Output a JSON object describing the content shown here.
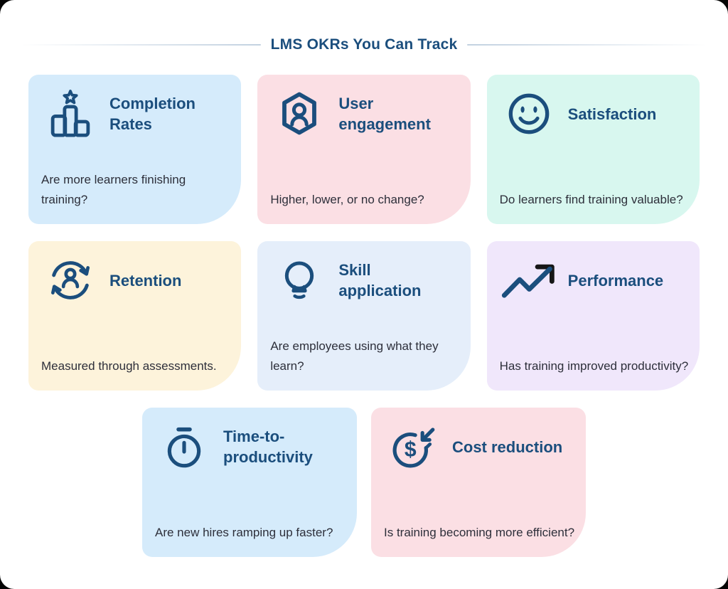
{
  "page": {
    "title": "LMS OKRs You Can Track"
  },
  "palette": {
    "heading_navy": "#1B4E7D",
    "icon_navy": "#1B4E7D",
    "body_text": "#2D2F3A",
    "divider_line": "#C2D1E0",
    "canvas_background": "#FFFFFF",
    "trend_arrowhead_black": "#161616",
    "card_blue": "#D5EBFB",
    "card_pink": "#FBDFE4",
    "card_mint": "#D8F7EF",
    "card_cream": "#FDF3DB",
    "card_pale_blue": "#E5EEFA",
    "card_lavender": "#F0E7FB"
  },
  "cards": [
    {
      "id": "completion-rates",
      "title": "Completion Rates",
      "body": "Are more learners finishing training?",
      "icon": "podium-star-icon",
      "bg": "#D5EBFB"
    },
    {
      "id": "user-engagement",
      "title": "User engagement",
      "body": "Higher, lower, or no change?",
      "icon": "user-hexagon-icon",
      "bg": "#FBDFE4"
    },
    {
      "id": "satisfaction",
      "title": "Satisfaction",
      "body": "Do learners find training valuable?",
      "icon": "smiley-face-icon",
      "bg": "#D8F7EF"
    },
    {
      "id": "retention",
      "title": "Retention",
      "body": "Measured through assessments.",
      "icon": "person-sync-icon",
      "bg": "#FDF3DB"
    },
    {
      "id": "skill-application",
      "title": "Skill application",
      "body": "Are employees using what they learn?",
      "icon": "lightbulb-icon",
      "bg": "#E5EEFA"
    },
    {
      "id": "performance",
      "title": "Performance",
      "body": "Has training improved productivity?",
      "icon": "trend-up-arrow-icon",
      "bg": "#F0E7FB"
    },
    {
      "id": "time-to-productivity",
      "title": "Time-to-productivity",
      "body": "Are new hires ramping up faster?",
      "icon": "stopwatch-icon",
      "bg": "#D5EBFB"
    },
    {
      "id": "cost-reduction",
      "title": "Cost reduction",
      "body": "Is training becoming more efficient?",
      "icon": "dollar-refresh-icon",
      "bg": "#FBDFE4"
    }
  ]
}
